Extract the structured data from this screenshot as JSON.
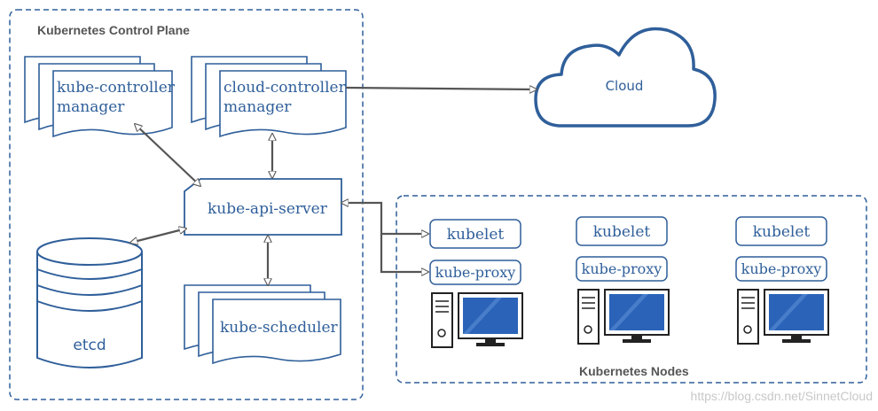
{
  "control_plane": {
    "title": "Kubernetes Control Plane",
    "kube_controller_manager": [
      "kube-controller",
      "manager"
    ],
    "cloud_controller_manager": [
      "cloud-controller",
      "manager"
    ],
    "kube_api_server": "kube-api-server",
    "etcd": "etcd",
    "kube_scheduler": "kube-scheduler"
  },
  "cloud": {
    "label": "Cloud"
  },
  "nodes": {
    "title": "Kubernetes Nodes",
    "items": [
      {
        "kubelet": "kubelet",
        "kube_proxy": "kube-proxy"
      },
      {
        "kubelet": "kubelet",
        "kube_proxy": "kube-proxy"
      },
      {
        "kubelet": "kubelet",
        "kube_proxy": "kube-proxy"
      }
    ]
  },
  "watermark": "https://blog.csdn.net/SinnetCloud",
  "colors": {
    "stroke": "#2f5f9a",
    "screen": "#2a63b8",
    "arrow": "#555555",
    "border_dash": "#2f5f9a"
  }
}
